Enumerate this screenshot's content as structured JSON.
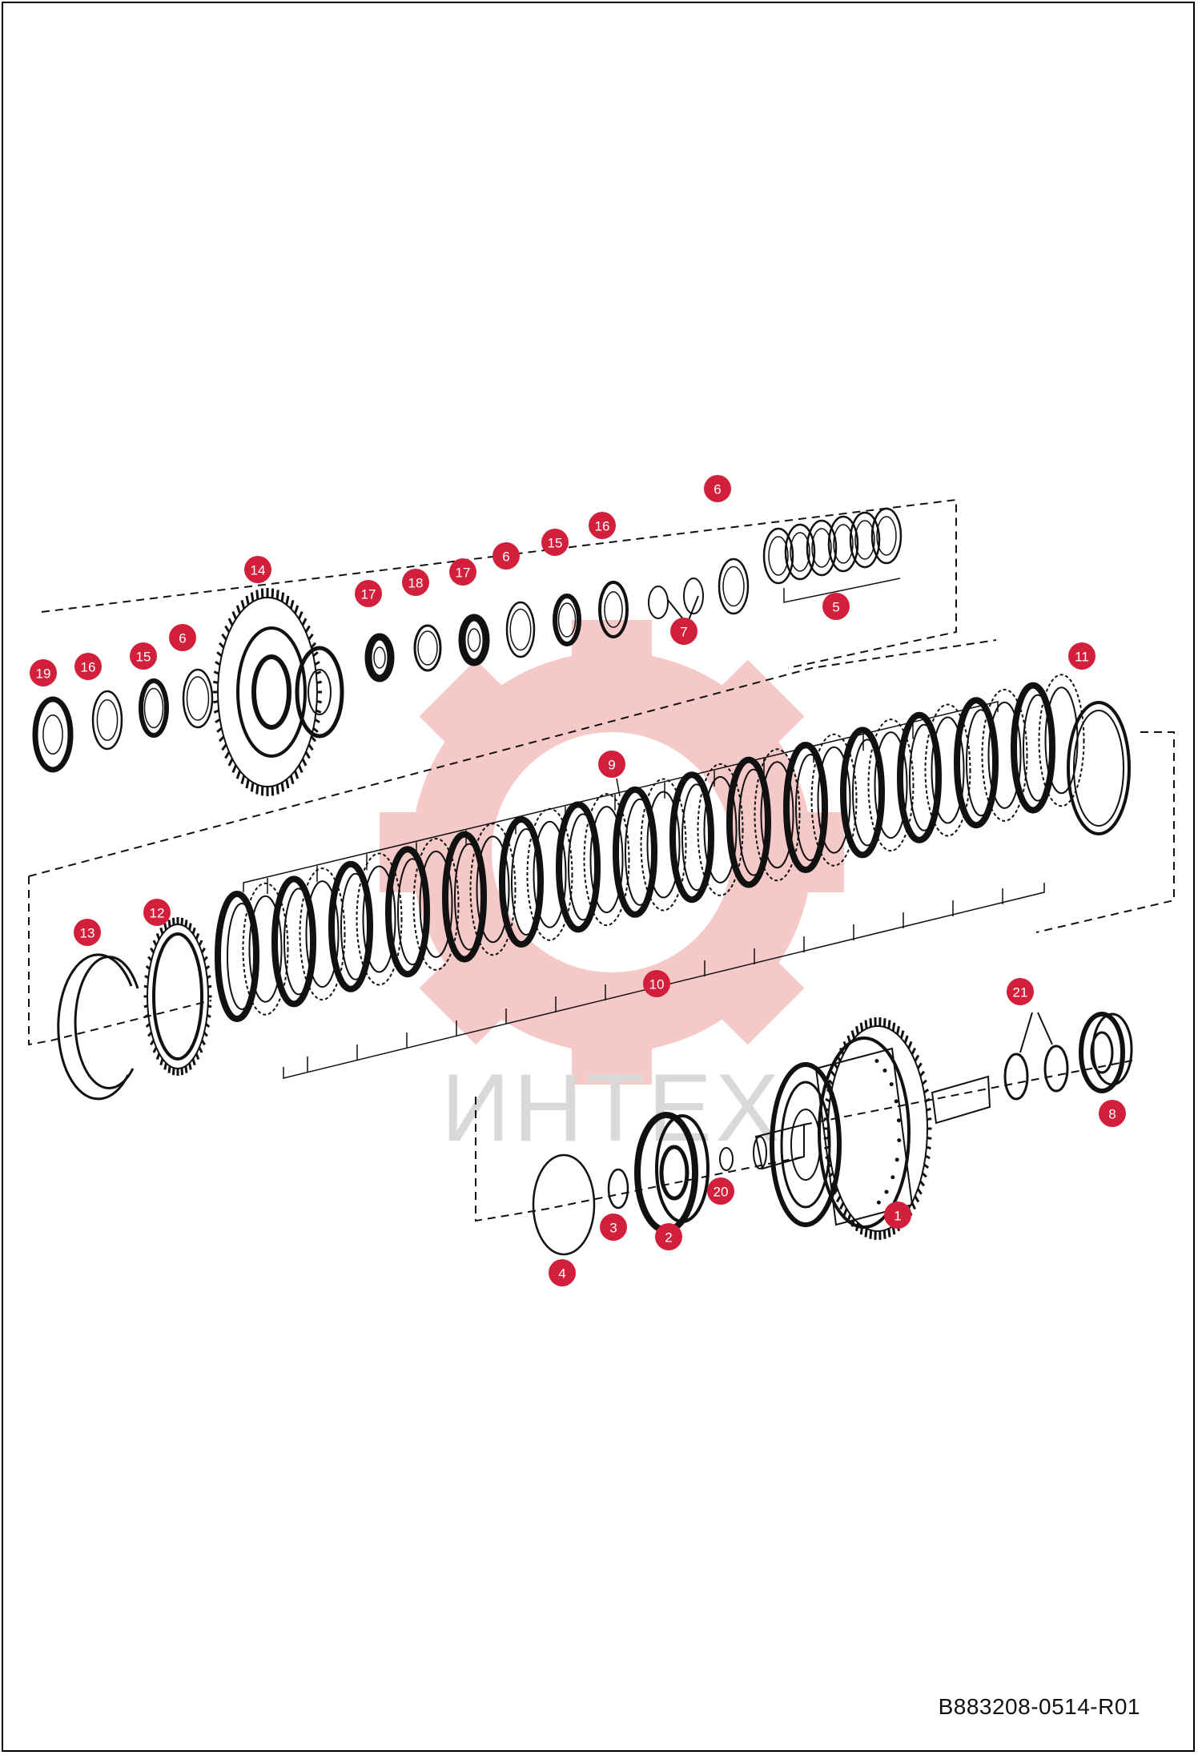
{
  "document": {
    "code": "B883208-0514-R01",
    "watermark": "ИНТЕХ"
  },
  "colors": {
    "callout": "#d21f3c",
    "callout_text": "#ffffff",
    "line_art": "#111111",
    "watermark_gear": "#f6c9c9",
    "watermark_text": "#d9d9d9"
  },
  "callouts": [
    {
      "id": "c1",
      "label": "1"
    },
    {
      "id": "c2",
      "label": "2"
    },
    {
      "id": "c3",
      "label": "3"
    },
    {
      "id": "c4",
      "label": "4"
    },
    {
      "id": "c5",
      "label": "5"
    },
    {
      "id": "c6a",
      "label": "6"
    },
    {
      "id": "c6b",
      "label": "6"
    },
    {
      "id": "c6c",
      "label": "6"
    },
    {
      "id": "c7",
      "label": "7"
    },
    {
      "id": "c8",
      "label": "8"
    },
    {
      "id": "c9",
      "label": "9"
    },
    {
      "id": "c10",
      "label": "10"
    },
    {
      "id": "c11",
      "label": "11"
    },
    {
      "id": "c12",
      "label": "12"
    },
    {
      "id": "c13",
      "label": "13"
    },
    {
      "id": "c14",
      "label": "14"
    },
    {
      "id": "c15a",
      "label": "15"
    },
    {
      "id": "c15b",
      "label": "15"
    },
    {
      "id": "c16a",
      "label": "16"
    },
    {
      "id": "c16b",
      "label": "16"
    },
    {
      "id": "c17a",
      "label": "17"
    },
    {
      "id": "c17b",
      "label": "17"
    },
    {
      "id": "c18",
      "label": "18"
    },
    {
      "id": "c19",
      "label": "19"
    },
    {
      "id": "c20",
      "label": "20"
    },
    {
      "id": "c21",
      "label": "21"
    }
  ]
}
